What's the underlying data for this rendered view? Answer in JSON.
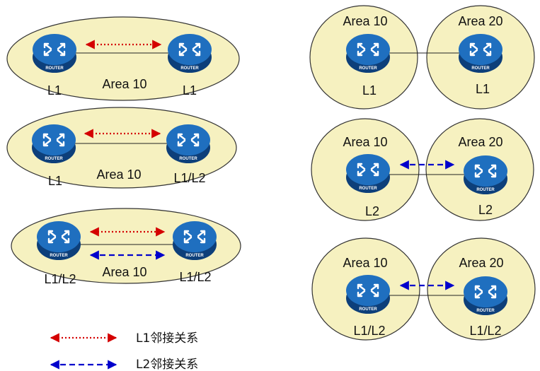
{
  "colors": {
    "area_fill": "#f6f1c0",
    "area_stroke": "#333333",
    "router_top": "#1f6fbf",
    "router_side": "#0d3f7a",
    "l1_arrow": "#d40000",
    "l2_arrow": "#0000cc"
  },
  "icons": {
    "router": "router-icon"
  },
  "scenarios": [
    {
      "area": "Area 10",
      "router_a": {
        "label": "L1",
        "badge": "ROUTER"
      },
      "router_b": {
        "label": "L1",
        "badge": "ROUTER"
      },
      "adjacency": [
        "L1"
      ]
    },
    {
      "area": "Area 10",
      "router_a": {
        "label": "L1",
        "badge": "ROUTER"
      },
      "router_b": {
        "label": "L1/L2",
        "badge": "ROUTER"
      },
      "adjacency": [
        "L1"
      ]
    },
    {
      "area": "Area 10",
      "router_a": {
        "label": "L1/L2",
        "badge": "ROUTER"
      },
      "router_b": {
        "label": "L1/L2",
        "badge": "ROUTER"
      },
      "adjacency": [
        "L1",
        "L2"
      ]
    },
    {
      "area_a": "Area 10",
      "area_b": "Area 20",
      "router_a": {
        "label": "L1",
        "badge": "ROUTER"
      },
      "router_b": {
        "label": "L1",
        "badge": "ROUTER"
      },
      "adjacency": []
    },
    {
      "area_a": "Area 10",
      "area_b": "Area 20",
      "router_a": {
        "label": "L2",
        "badge": "ROUTER"
      },
      "router_b": {
        "label": "L2",
        "badge": "ROUTER"
      },
      "adjacency": [
        "L2"
      ]
    },
    {
      "area_a": "Area 10",
      "area_b": "Area 20",
      "router_a": {
        "label": "L1/L2",
        "badge": "ROUTER"
      },
      "router_b": {
        "label": "L1/L2",
        "badge": "ROUTER"
      },
      "adjacency": [
        "L2"
      ]
    }
  ],
  "legend": [
    {
      "type": "L1",
      "label": "L1邻接关系"
    },
    {
      "type": "L2",
      "label": "L2邻接关系"
    }
  ]
}
